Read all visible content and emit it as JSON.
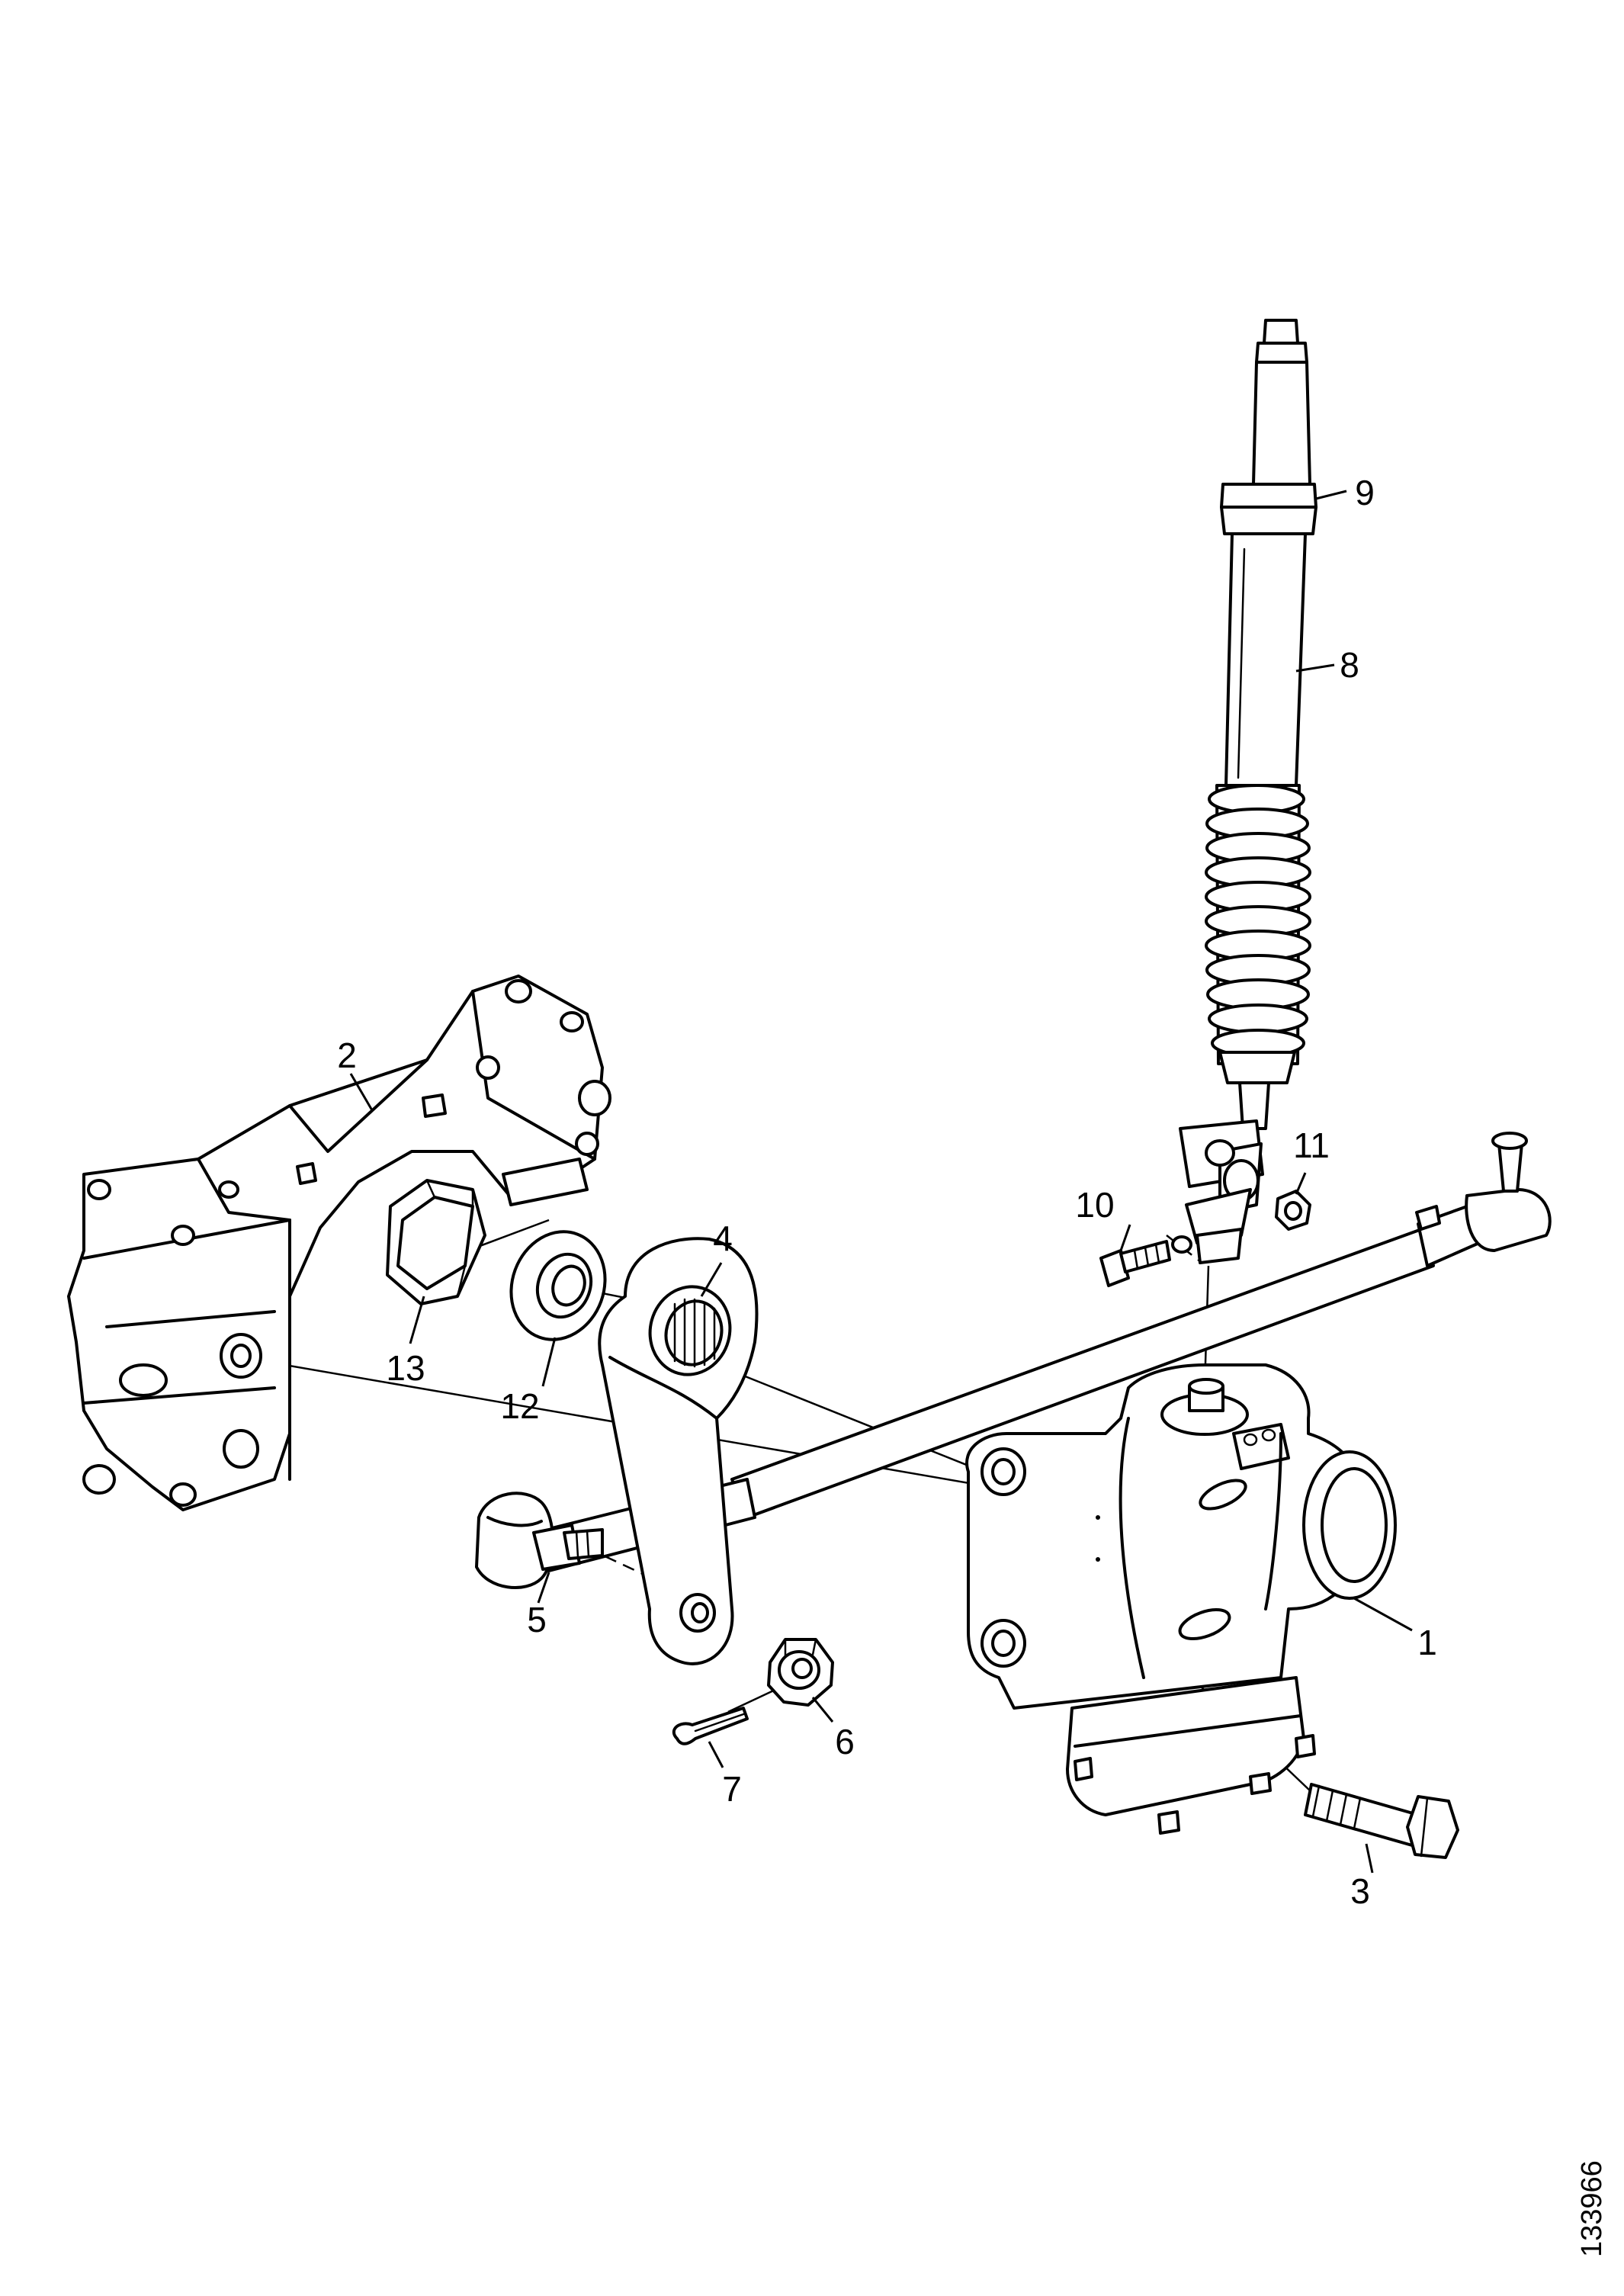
{
  "figure_number": "133966",
  "callouts": [
    {
      "id": "1",
      "label": "1"
    },
    {
      "id": "2",
      "label": "2"
    },
    {
      "id": "3",
      "label": "3"
    },
    {
      "id": "4",
      "label": "4"
    },
    {
      "id": "5",
      "label": "5"
    },
    {
      "id": "6",
      "label": "6"
    },
    {
      "id": "7",
      "label": "7"
    },
    {
      "id": "8",
      "label": "8"
    },
    {
      "id": "9",
      "label": "9"
    },
    {
      "id": "10",
      "label": "10"
    },
    {
      "id": "11",
      "label": "11"
    },
    {
      "id": "12",
      "label": "12"
    },
    {
      "id": "13",
      "label": "13"
    }
  ],
  "colors": {
    "ink": "#000000",
    "paper": "#ffffff"
  }
}
